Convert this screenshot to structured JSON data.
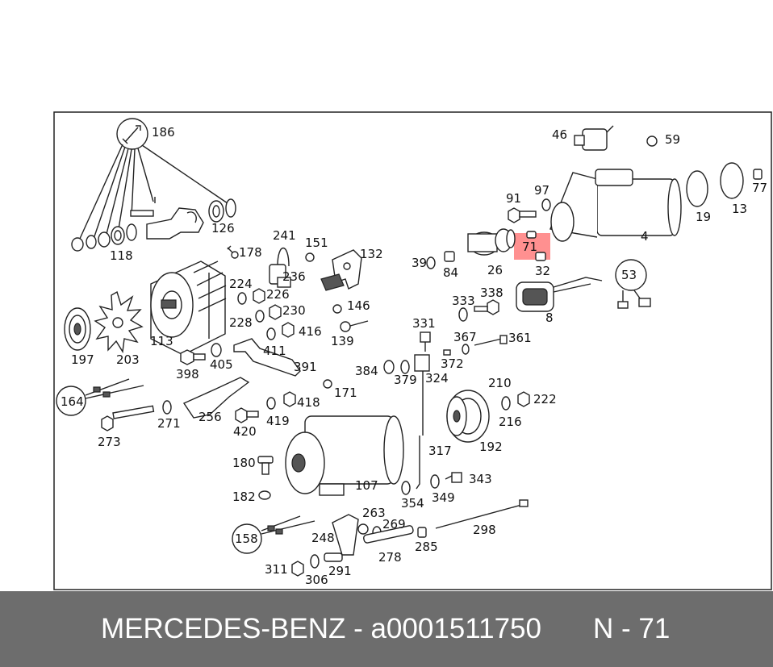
{
  "footer": {
    "part_text": "MERCEDES-BENZ - a0001511750",
    "ref_text": "N - 71"
  },
  "highlight": {
    "label": "71",
    "color": "#ff6b6b"
  },
  "labels": [
    "186",
    "118",
    "126",
    "178",
    "241",
    "151",
    "132",
    "236",
    "224",
    "226",
    "230",
    "228",
    "416",
    "411",
    "146",
    "139",
    "113",
    "197",
    "203",
    "398",
    "405",
    "391",
    "164",
    "273",
    "271",
    "256",
    "171",
    "420",
    "419",
    "418",
    "46",
    "59",
    "91",
    "97",
    "19",
    "13",
    "77",
    "4",
    "39",
    "84",
    "26",
    "71",
    "32",
    "53",
    "333",
    "338",
    "8",
    "331",
    "367",
    "361",
    "384",
    "379",
    "324",
    "372",
    "210",
    "222",
    "216",
    "192",
    "317",
    "180",
    "107",
    "182",
    "354",
    "349",
    "343",
    "158",
    "263",
    "269",
    "248",
    "278",
    "285",
    "298",
    "311",
    "306",
    "291"
  ]
}
